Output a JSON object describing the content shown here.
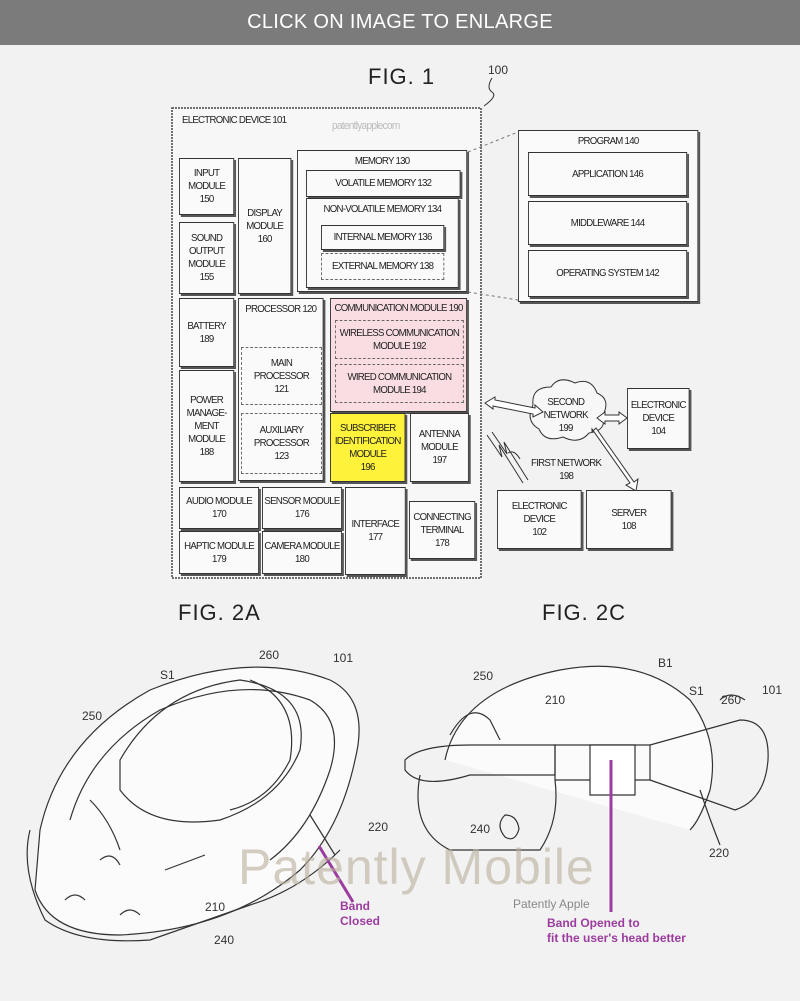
{
  "header": {
    "label": "CLICK ON IMAGE TO ENLARGE"
  },
  "fig1": {
    "title": "FIG. 1",
    "ref": "100",
    "device_title": "ELECTRONIC DEVICE 101",
    "watermark": "patentlyapplecom",
    "input": "INPUT\nMODULE\n150",
    "sound": "SOUND\nOUTPUT\nMODULE\n155",
    "display": "DISPLAY\nMODULE\n160",
    "memory": "MEMORY 130",
    "volatile": "VOLATILE MEMORY 132",
    "nonvolatile": "NON-VOLATILE MEMORY 134",
    "internal": "INTERNAL MEMORY 136",
    "external": "EXTERNAL MEMORY 138",
    "battery": "BATTERY\n189",
    "power": "POWER\nMANAGE-\nMENT\nMODULE\n188",
    "processor": "PROCESSOR 120",
    "main_proc": "MAIN\nPROCESSOR\n121",
    "aux_proc": "AUXILIARY\nPROCESSOR\n123",
    "comm": "COMMUNICATION MODULE 190",
    "wireless": "WIRELESS COMMUNICATION\nMODULE 192",
    "wired": "WIRED COMMUNICATION\nMODULE 194",
    "sim": "SUBSCRIBER\nIDENTIFICATION\nMODULE\n196",
    "antenna": "ANTENNA\nMODULE\n197",
    "audio": "AUDIO MODULE\n170",
    "haptic": "HAPTIC MODULE\n179",
    "sensor": "SENSOR MODULE\n176",
    "camera": "CAMERA MODULE\n180",
    "interface": "INTERFACE\n177",
    "connecting": "CONNECTING\nTERMINAL\n178",
    "program": "PROGRAM 140",
    "application": "APPLICATION 146",
    "middleware": "MIDDLEWARE 144",
    "os": "OPERATING SYSTEM 142",
    "second_network": "SECOND\nNETWORK\n199",
    "device104": "ELECTRONIC\nDEVICE\n104",
    "first_network": "FIRST NETWORK\n198",
    "device102": "ELECTRONIC\nDEVICE\n102",
    "server": "SERVER\n108"
  },
  "fig2a": {
    "title": "FIG. 2A",
    "labels": [
      "260",
      "101",
      "S1",
      "250",
      "220",
      "210",
      "240"
    ],
    "band_closed": "Band\nClosed"
  },
  "fig2c": {
    "title": "FIG. 2C",
    "labels": [
      "B1",
      "250",
      "210",
      "S1",
      "260",
      "101",
      "240",
      "220"
    ],
    "band_opened": "Band Opened to\nfit the user's head better"
  },
  "watermark": {
    "main": "Patently Mobile",
    "sub": "Patently Apple"
  },
  "colors": {
    "accent": "#9b3c9e",
    "sim": "#fff23a",
    "comm": "#f9dde3"
  }
}
